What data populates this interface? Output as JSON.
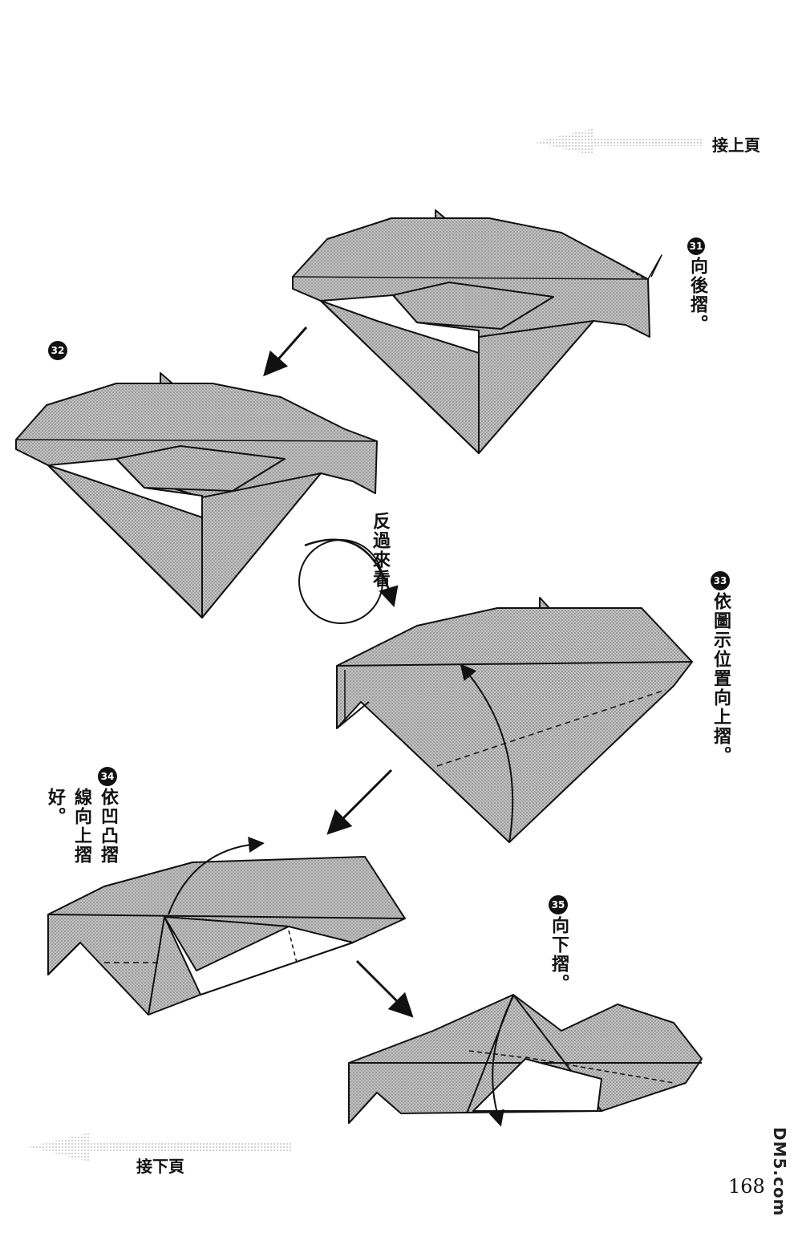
{
  "nav": {
    "prev_label": "接上頁",
    "next_label": "接下頁"
  },
  "steps": [
    {
      "number": "31",
      "text": "向後摺。"
    },
    {
      "number": "32",
      "text": ""
    },
    {
      "number": "33",
      "text": "依圖示位置向上摺。"
    },
    {
      "number": "34",
      "text_col1": "依凹凸摺",
      "text_col2": "線向上摺",
      "text_col3": "好。"
    },
    {
      "number": "35",
      "text": "向下摺。"
    }
  ],
  "turn_over": {
    "text": "反過來看。"
  },
  "page_number": "168",
  "watermark": "DM5.com",
  "colors": {
    "paper_fill": "#b8b8b8",
    "line": "#111111",
    "arrow_gray": "#cfcfcf"
  }
}
